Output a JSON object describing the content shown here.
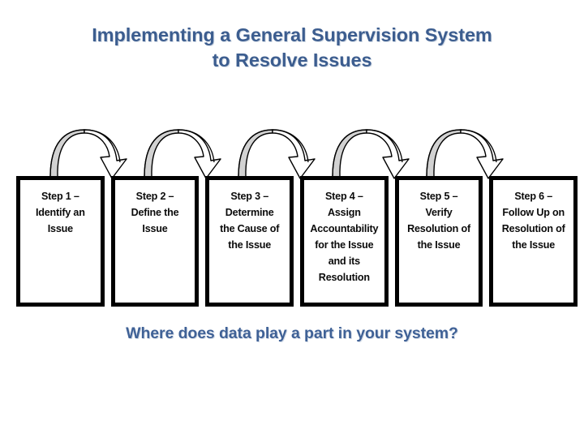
{
  "slide": {
    "title": "Implementing a General Supervision System to Resolve Issues",
    "title_line_1": "Implementing a General Supervision System",
    "title_line_2": "to Resolve Issues",
    "question": "Where does data play a part in your system?",
    "background_color": "#ffffff",
    "title_color": "#3c5d8f",
    "question_color": "#3f6196",
    "box_border_color": "#000000",
    "box_text_color": "#0b0b0b",
    "arrow_fill_color": "#d2d2d2",
    "arrow_outline_color": "#000000"
  },
  "process": {
    "type": "linear-process-flow",
    "step_count": 6,
    "arrow_count": 5,
    "steps": [
      {
        "number": 1,
        "heading": "Step 1 –",
        "body": "Identify an Issue",
        "label": "Step 1 –\nIdentify an\nIssue"
      },
      {
        "number": 2,
        "heading": "Step 2 –",
        "body": "Define the Issue",
        "label": "Step 2 –\nDefine the\nIssue"
      },
      {
        "number": 3,
        "heading": "Step 3 –",
        "body": "Determine the Cause of the Issue",
        "label": "Step 3 –\nDetermine\nthe Cause of\nthe Issue"
      },
      {
        "number": 4,
        "heading": "Step 4 –",
        "body": "Assign Accountability for the Issue and its Resolution",
        "label": "Step 4 –\nAssign\nAccountability\nfor the Issue\nand its\nResolution"
      },
      {
        "number": 5,
        "heading": "Step 5 –",
        "body": "Verify Resolution of the Issue",
        "label": "Step 5 –\nVerify\nResolution of\nthe Issue"
      },
      {
        "number": 6,
        "heading": "Step 6 –",
        "body": "Follow Up on Resolution of the Issue",
        "label": "Step 6 –\nFollow Up on\nResolution of\nthe Issue"
      }
    ],
    "connectors": [
      {
        "from": 1,
        "to": 2,
        "shape": "curved-arc-arrow"
      },
      {
        "from": 2,
        "to": 3,
        "shape": "curved-arc-arrow"
      },
      {
        "from": 3,
        "to": 4,
        "shape": "curved-arc-arrow"
      },
      {
        "from": 4,
        "to": 5,
        "shape": "curved-arc-arrow"
      },
      {
        "from": 5,
        "to": 6,
        "shape": "curved-arc-arrow"
      }
    ]
  }
}
